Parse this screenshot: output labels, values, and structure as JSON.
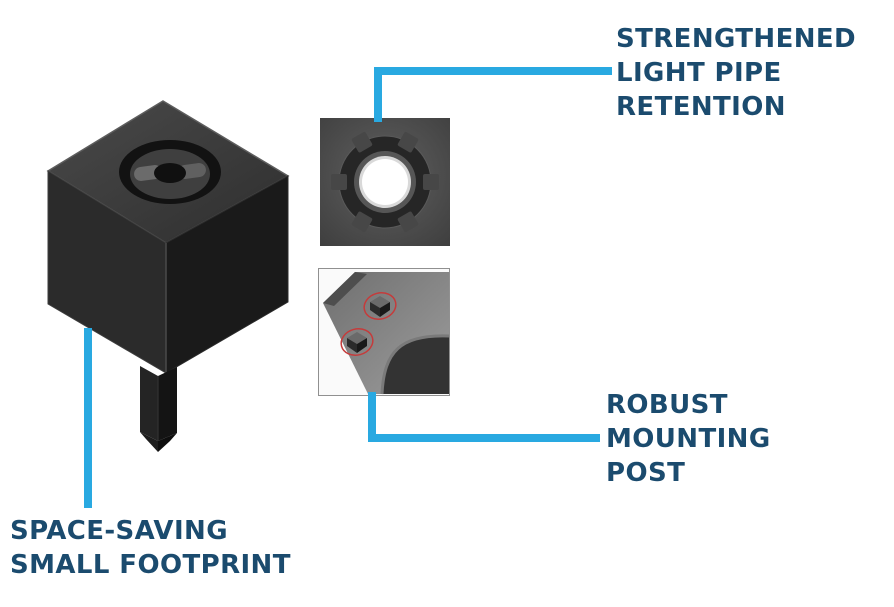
{
  "theme": {
    "background": "#FFFFFF",
    "accent_color": "#29A9E1",
    "label_color": "#1B4B6E",
    "highlight_circle_color": "#C53B3B",
    "product_color": "#262626"
  },
  "callouts": {
    "light_pipe": {
      "label": "STRENGTHENED LIGHT PIPE RETENTION",
      "lines": [
        "STRENGTHENED",
        "LIGHT PIPE",
        "RETENTION"
      ]
    },
    "mounting_post": {
      "label": "ROBUST MOUNTING POST",
      "lines": [
        "ROBUST",
        "MOUNTING",
        "POST"
      ]
    },
    "footprint": {
      "label": "SPACE-SAVING SMALL FOOTPRINT",
      "lines": [
        "SPACE-SAVING",
        "SMALL FOOTPRINT"
      ]
    }
  },
  "images": {
    "product_render": "light-pipe-adapter-3d-render",
    "light_pipe_detail": "light-pipe-retention-top-view",
    "mounting_post_detail": "mounting-post-close-up"
  }
}
